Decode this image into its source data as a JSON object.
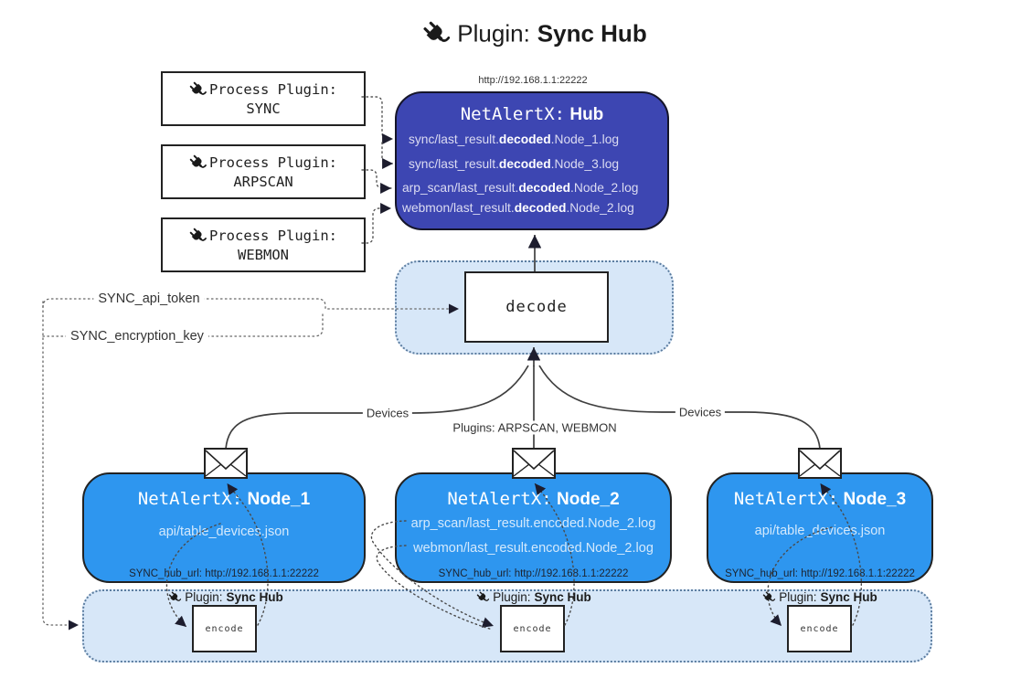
{
  "title": {
    "prefix": "Plugin:",
    "name": "Sync Hub"
  },
  "process_plugins": [
    {
      "label": "Process Plugin:",
      "name": "SYNC"
    },
    {
      "label": "Process Plugin:",
      "name": "ARPSCAN"
    },
    {
      "label": "Process Plugin:",
      "name": "WEBMON"
    }
  ],
  "hub": {
    "url": "http://192.168.1.1:22222",
    "title_prefix": "NetAlertX:",
    "title_name": "Hub",
    "logs": [
      {
        "pre": "sync/last_result.",
        "bold": "decoded",
        "post": ".Node_1.log"
      },
      {
        "pre": "sync/last_result.",
        "bold": "decoded",
        "post": ".Node_3.log"
      },
      {
        "pre": "arp_scan/last_result.",
        "bold": "decoded",
        "post": ".Node_2.log"
      },
      {
        "pre": "webmon/last_result.",
        "bold": "decoded",
        "post": ".Node_2.log"
      }
    ]
  },
  "decode_label": "decode",
  "settings": {
    "api_token": "SYNC_api_token",
    "encryption_key": "SYNC_encryption_key"
  },
  "edge_labels": {
    "left": "Devices",
    "middle": "Plugins: ARPSCAN, WEBMON",
    "right": "Devices"
  },
  "nodes": [
    {
      "title_prefix": "NetAlertX:",
      "title_name": "Node_1",
      "files": [
        "api/table_devices.json"
      ],
      "hub_url": "SYNC_hub_url: http://192.168.1.1:22222"
    },
    {
      "title_prefix": "NetAlertX:",
      "title_name": "Node_2",
      "files": [
        "arp_scan/last_result.encoded.Node_2.log",
        "webmon/last_result.encoded.Node_2.log"
      ],
      "hub_url": "SYNC_hub_url: http://192.168.1.1:22222"
    },
    {
      "title_prefix": "NetAlertX:",
      "title_name": "Node_3",
      "files": [
        "api/table_devices.json"
      ],
      "hub_url": "SYNC_hub_url: http://192.168.1.1:22222"
    }
  ],
  "encoders": {
    "plugin_prefix": "Plugin:",
    "plugin_name": "Sync Hub",
    "encode_label": "encode"
  },
  "colors": {
    "hub_bg": "#3d46b2",
    "node_bg": "#2e96ef",
    "panel_bg": "#d7e7f8",
    "line": "#3f3f3f",
    "hub_text": "#dcdcf2"
  }
}
